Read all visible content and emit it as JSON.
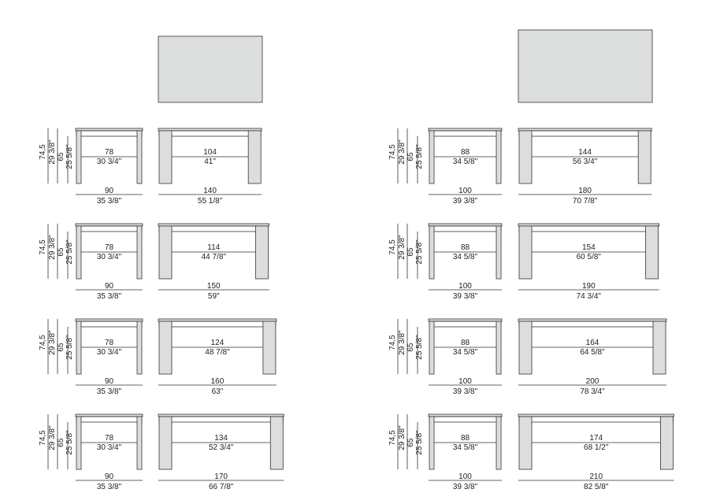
{
  "columns": [
    {
      "height_label": "74,5",
      "height_label_in": "29 3/8\"",
      "underside_label": "65",
      "underside_label_in": "25 5/8\"",
      "side_clearance": "78",
      "side_clearance_in": "30 3/4\"",
      "depth": "90",
      "depth_in": "35 3/8\"",
      "rows": [
        {
          "clearance": "104",
          "clearance_in": "41\"",
          "length": "140",
          "length_in": "55 1/8\""
        },
        {
          "clearance": "114",
          "clearance_in": "44 7/8\"",
          "length": "150",
          "length_in": "59\""
        },
        {
          "clearance": "124",
          "clearance_in": "48 7/8\"",
          "length": "160",
          "length_in": "63\""
        },
        {
          "clearance": "134",
          "clearance_in": "52 3/4\"",
          "length": "170",
          "length_in": "66 7/8\""
        }
      ]
    },
    {
      "height_label": "74,5",
      "height_label_in": "29 3/8\"",
      "underside_label": "65",
      "underside_label_in": "25 5/8\"",
      "side_clearance": "88",
      "side_clearance_in": "34 5/8\"",
      "depth": "100",
      "depth_in": "39 3/8\"",
      "rows": [
        {
          "clearance": "144",
          "clearance_in": "56 3/4\"",
          "length": "180",
          "length_in": "70 7/8\""
        },
        {
          "clearance": "154",
          "clearance_in": "60 5/8\"",
          "length": "190",
          "length_in": "74 3/4\""
        },
        {
          "clearance": "164",
          "clearance_in": "64 5/8\"",
          "length": "200",
          "length_in": "78 3/4\""
        },
        {
          "clearance": "174",
          "clearance_in": "68 1/2\"",
          "length": "210",
          "length_in": "82 5/8\""
        }
      ]
    }
  ]
}
